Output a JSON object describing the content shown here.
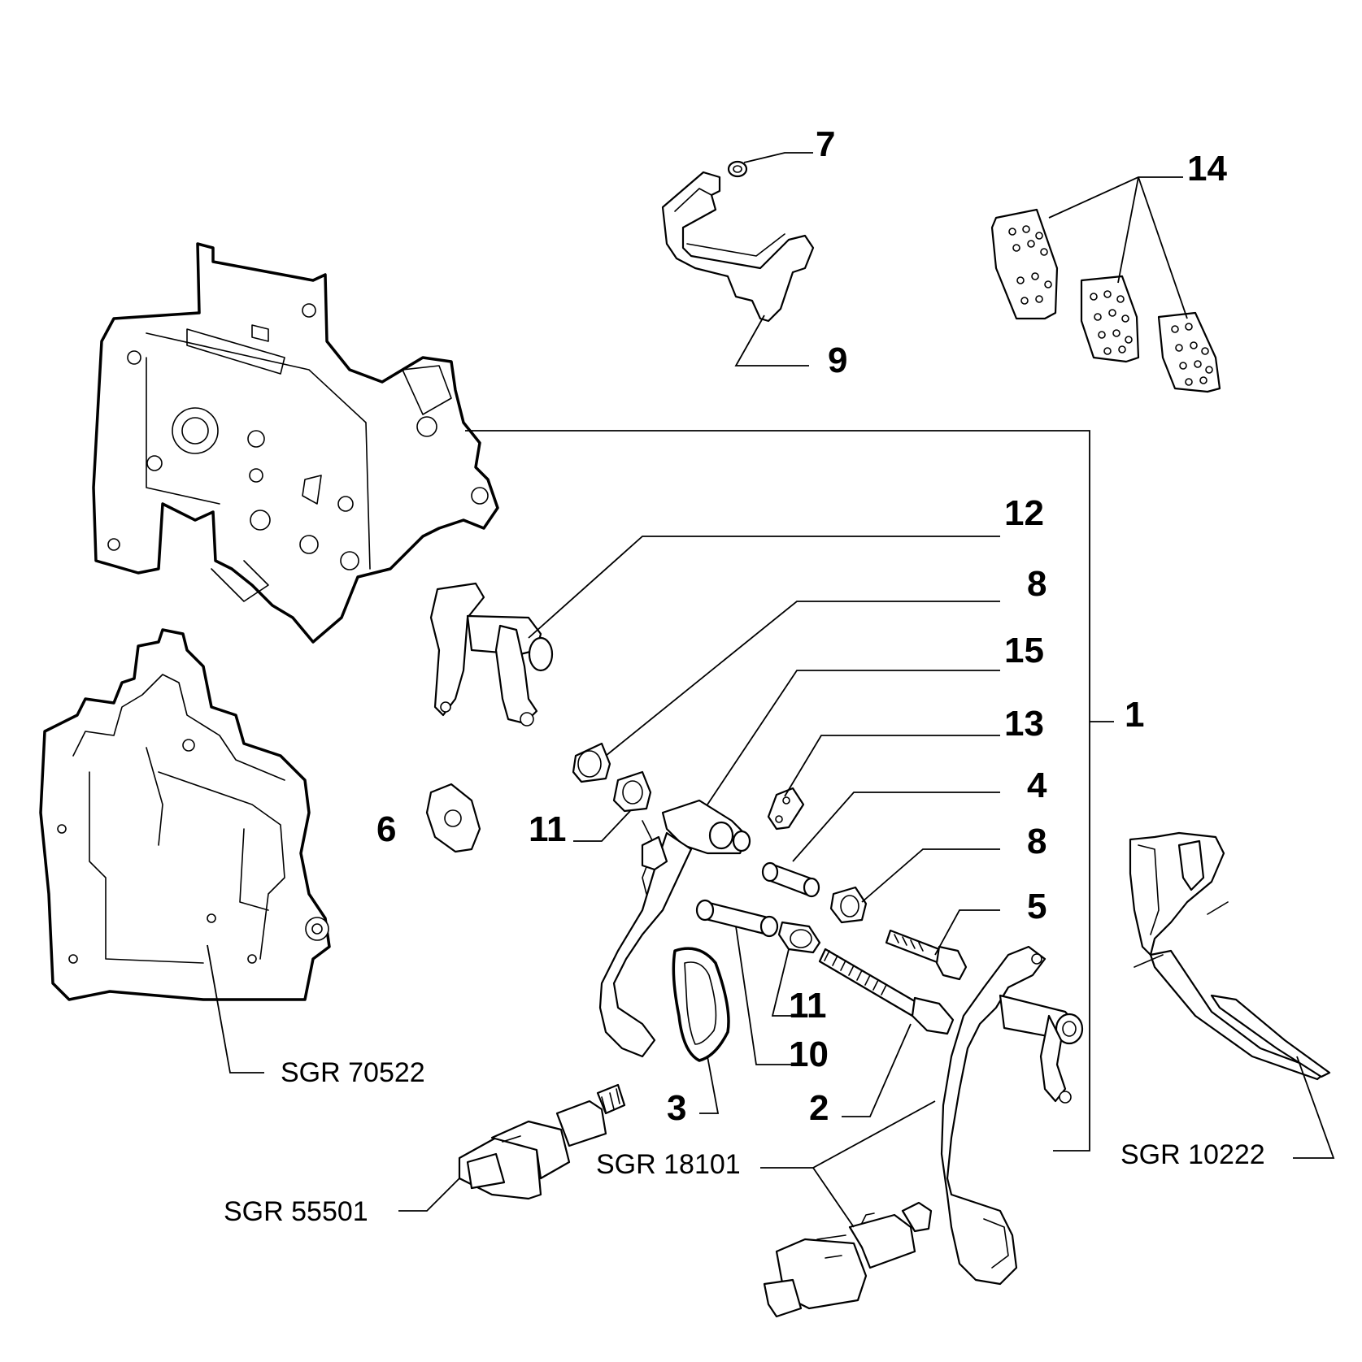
{
  "callouts": {
    "n1": "1",
    "n2": "2",
    "n3": "3",
    "n4": "4",
    "n5": "5",
    "n6": "6",
    "n7": "7",
    "n8a": "8",
    "n8b": "8",
    "n9": "9",
    "n10": "10",
    "n11a": "11",
    "n11b": "11",
    "n12": "12",
    "n13": "13",
    "n14": "14",
    "n15": "15"
  },
  "references": {
    "sgr_70522": "SGR 70522",
    "sgr_18101": "SGR 18101",
    "sgr_55501": "SGR 55501",
    "sgr_10222": "SGR 10222"
  }
}
